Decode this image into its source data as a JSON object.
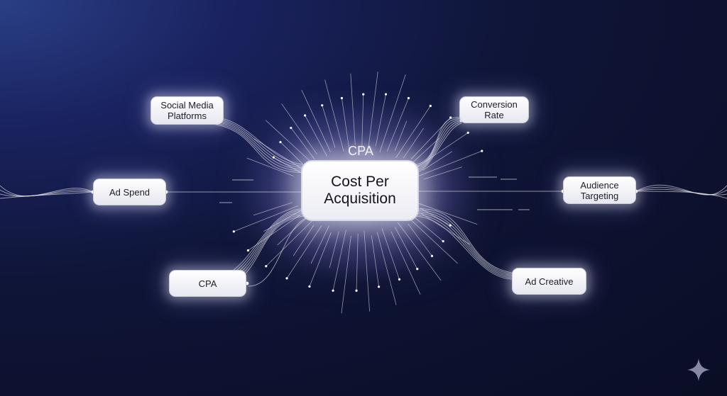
{
  "center": {
    "label": "CPA",
    "title": "Cost Per\nAcquisition"
  },
  "nodes": {
    "social": "Social Media\nPlatforms",
    "conversion": "Conversion\nRate",
    "adspend": "Ad Spend",
    "audience": "Audience\nTargeting",
    "cpa": "CPA",
    "creative": "Ad Creative"
  },
  "colors": {
    "background": "#0f1538",
    "node_fill": "#ffffff",
    "glow": "#b4aaff"
  },
  "icons": {
    "corner": "sparkle-icon"
  }
}
